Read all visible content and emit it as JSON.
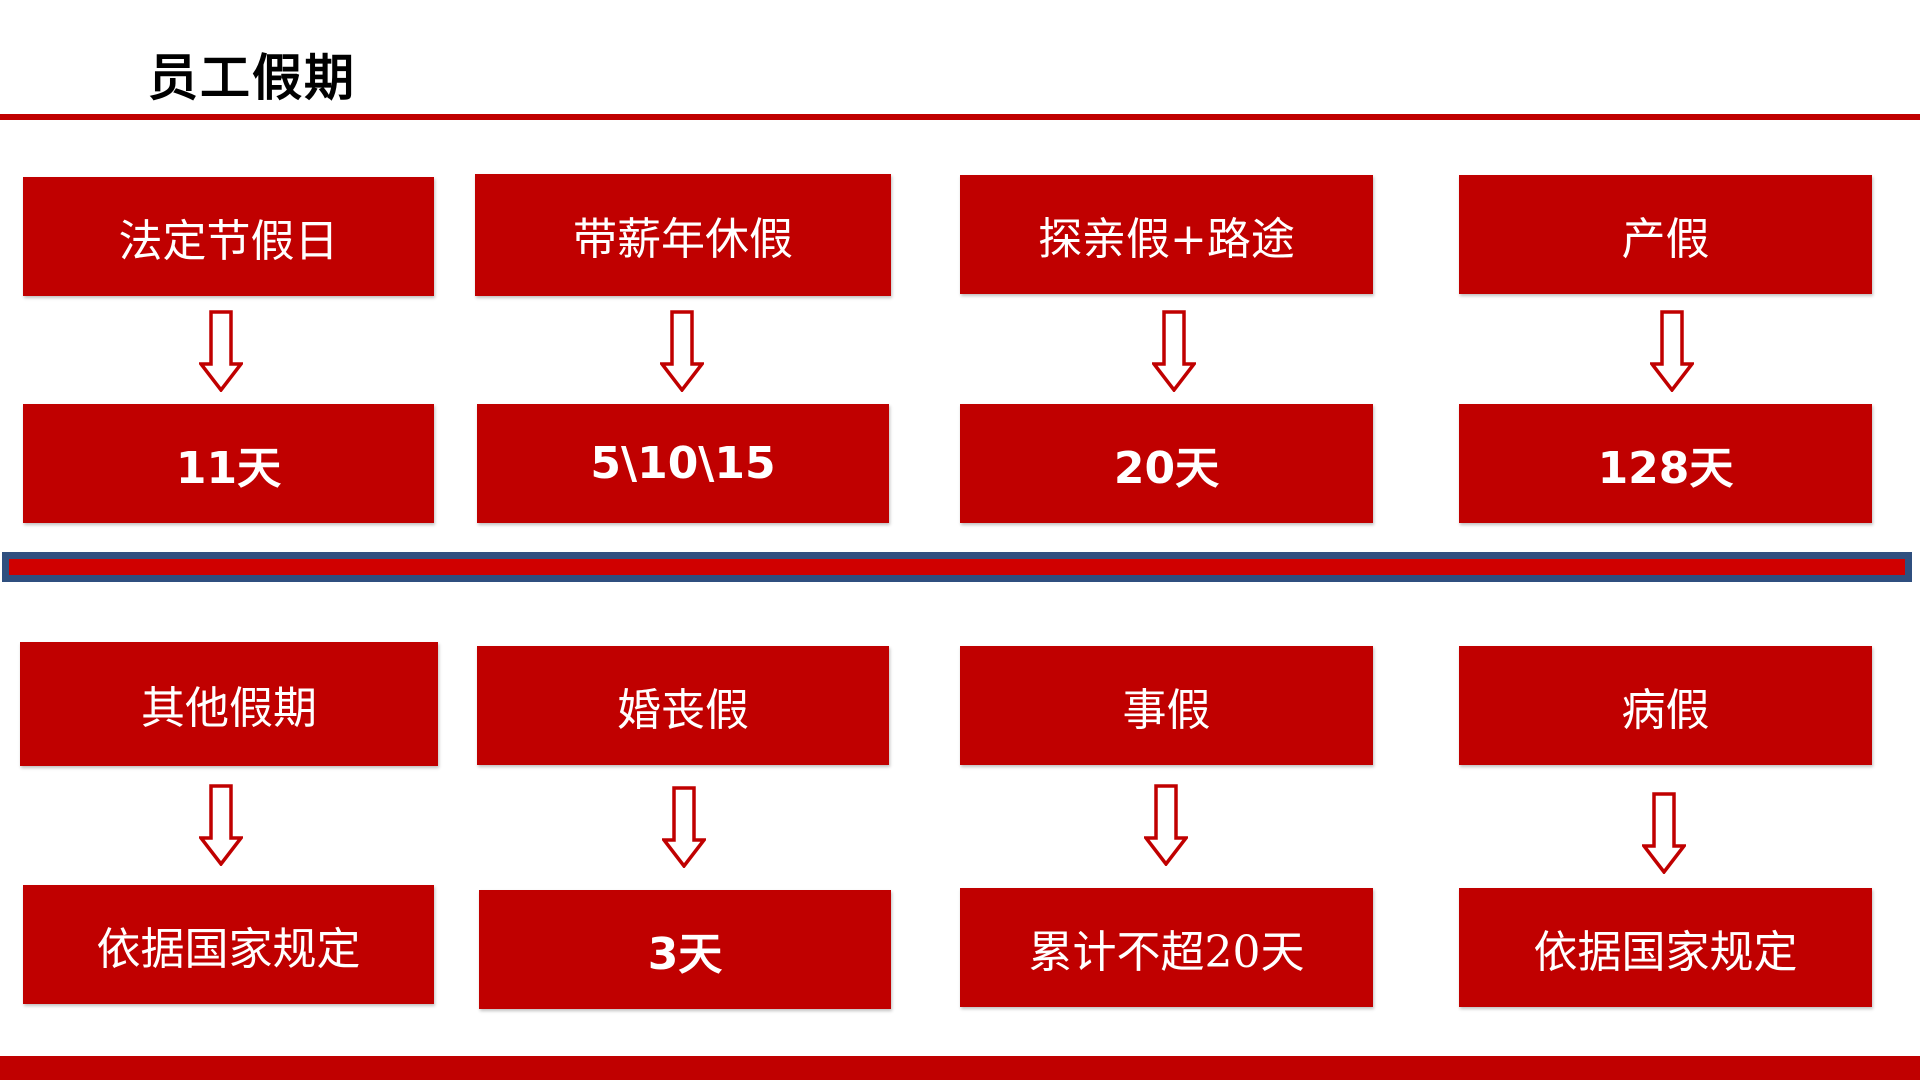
{
  "title": "员工假期",
  "colors": {
    "accent": "#c00000",
    "divider_border": "#2f4f7f",
    "text_on_accent": "#ffffff"
  },
  "row1": [
    {
      "label": "法定节假日",
      "value": "11天"
    },
    {
      "label": "带薪年休假",
      "value": "5\\10\\15"
    },
    {
      "label": "探亲假+路途",
      "value": "20天"
    },
    {
      "label": "产假",
      "value": "128天"
    }
  ],
  "row2": [
    {
      "label": "其他假期",
      "value": "依据国家规定"
    },
    {
      "label": "婚丧假",
      "value": "3天"
    },
    {
      "label": "事假",
      "value": "累计不超20天"
    },
    {
      "label": "病假",
      "value": "依据国家规定"
    }
  ],
  "icons": {
    "arrow": "down-arrow-icon"
  }
}
